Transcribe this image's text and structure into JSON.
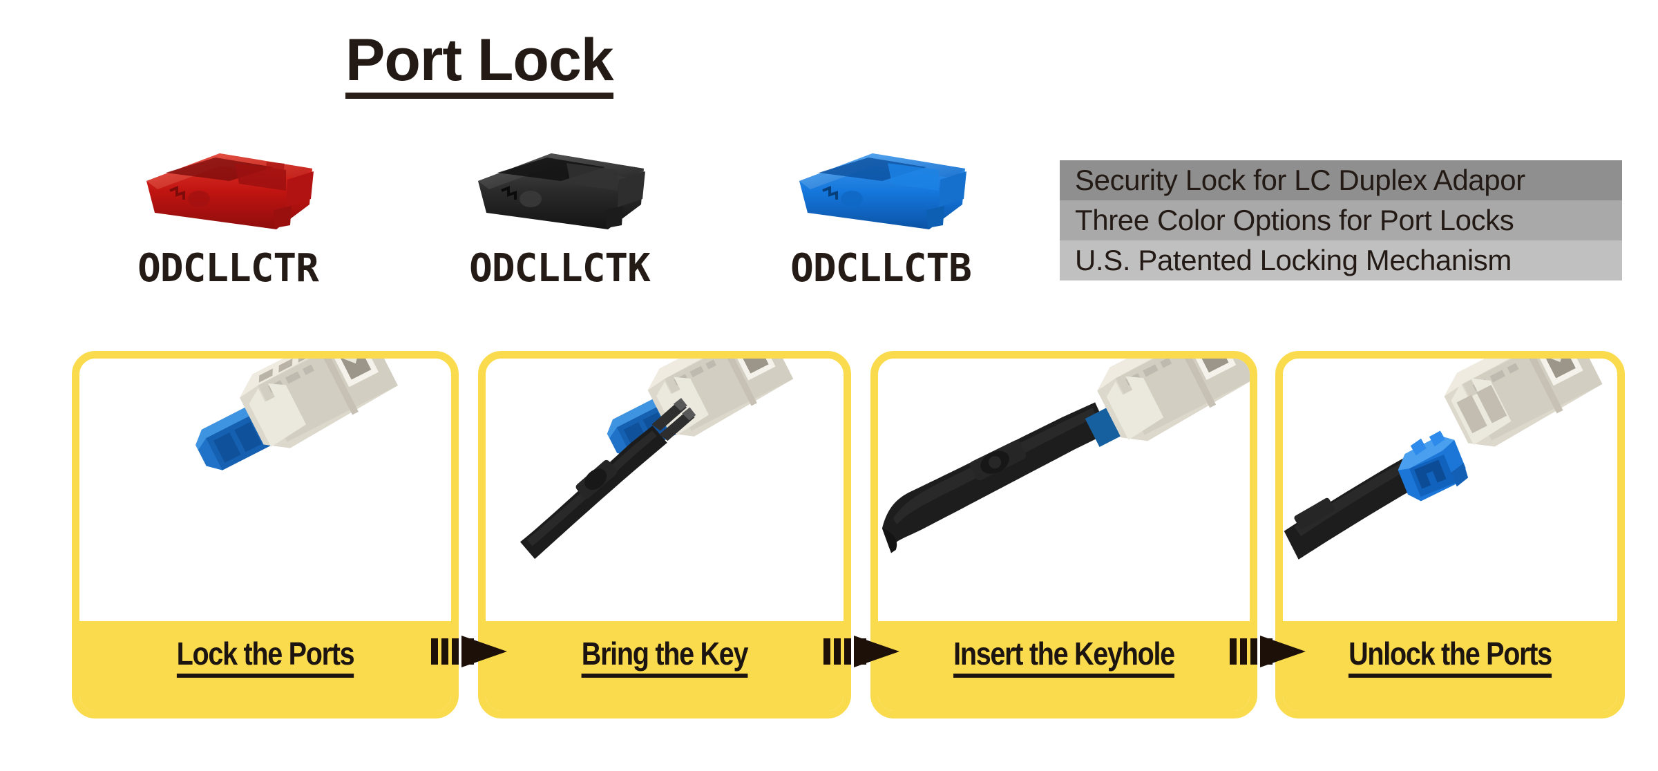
{
  "header": {
    "title": "Port Lock"
  },
  "products": [
    {
      "code": "ODCLLCTR",
      "color_name": "red",
      "color": "#cc1111",
      "icon": "port-lock-clip-icon"
    },
    {
      "code": "ODCLLCTK",
      "color_name": "black",
      "color": "#2b2b2b",
      "icon": "port-lock-clip-icon"
    },
    {
      "code": "ODCLLCTB",
      "color_name": "blue",
      "color": "#1878d8",
      "icon": "port-lock-clip-icon"
    }
  ],
  "features": [
    {
      "text": "Security Lock for LC Duplex Adapor",
      "bg": "#8f8f8f"
    },
    {
      "text": "Three Color Options for Port Locks",
      "bg": "#a9a9a9"
    },
    {
      "text": "U.S. Patented Locking Mechanism",
      "bg": "#c0c0c0"
    }
  ],
  "steps": [
    {
      "label": "Lock the Ports",
      "scene": "adapter-with-blue-lock"
    },
    {
      "label": "Bring the Key",
      "scene": "adapter-and-key"
    },
    {
      "label": "Insert the Keyhole",
      "scene": "key-inserted-in-adapter"
    },
    {
      "label": "Unlock the Ports",
      "scene": "key-with-lock-removed"
    }
  ],
  "arrows": [
    {
      "name": "step-arrow-1"
    },
    {
      "name": "step-arrow-2"
    },
    {
      "name": "step-arrow-3"
    }
  ],
  "colors": {
    "yellow": "#fadb4e",
    "dark": "#1c1410",
    "adapter_beige": "#d8d4c8",
    "lock_blue": "#1565c0",
    "key_black": "#1d1d1d"
  }
}
